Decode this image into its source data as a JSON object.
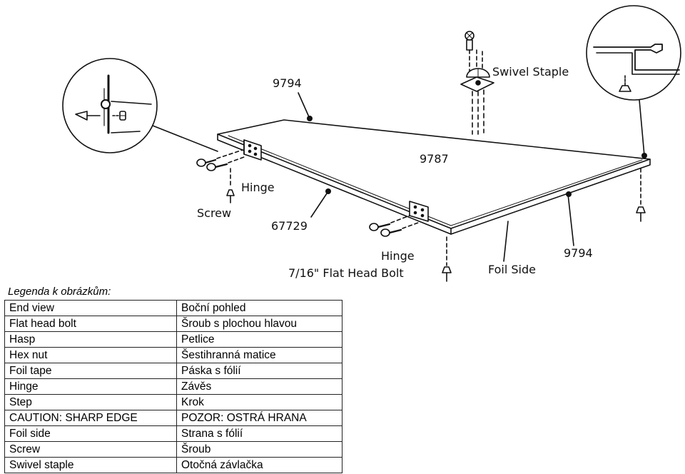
{
  "labels": {
    "swivel_staple": "Swivel Staple",
    "top_9794": "9794",
    "panel_9787": "9787",
    "hinge_left": "Hinge",
    "screw": "Screw",
    "part_67729": "67729",
    "hinge_right": "Hinge",
    "flat_head_bolt": "7/16\" Flat Head Bolt",
    "foil_side": "Foil Side",
    "right_9794": "9794"
  },
  "legend": {
    "title": "Legenda k obrázkům:",
    "rows": [
      {
        "en": "End view",
        "cz": "Boční pohled"
      },
      {
        "en": "Flat head bolt",
        "cz": "Šroub s plochou hlavou"
      },
      {
        "en": "Hasp",
        "cz": "Petlice"
      },
      {
        "en": "Hex nut",
        "cz": "Šestihranná matice"
      },
      {
        "en": "Foil tape",
        "cz": "Páska s fólií"
      },
      {
        "en": "Hinge",
        "cz": "Závěs"
      },
      {
        "en": "Step",
        "cz": "Krok"
      },
      {
        "en": "CAUTION: SHARP EDGE",
        "cz": "POZOR: OSTRÁ HRANA"
      },
      {
        "en": "Foil side",
        "cz": "Strana s fólií"
      },
      {
        "en": "Screw",
        "cz": "Šroub"
      },
      {
        "en": "Swivel staple",
        "cz": "Otočná závlačka"
      }
    ]
  }
}
